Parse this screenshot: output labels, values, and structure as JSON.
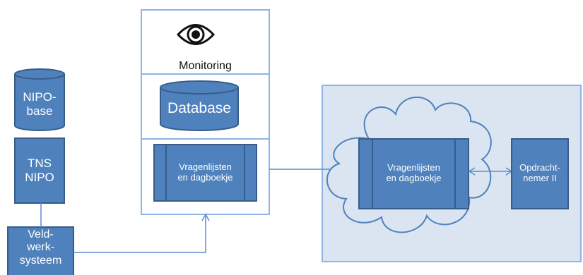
{
  "nodes": {
    "nipo_base": "NIPO-\nbase",
    "tns_nipo": "TNS\nNIPO",
    "veldwerk": "Veld-\nwerk-\nsysteem",
    "monitoring": "Monitoring",
    "database": "Database",
    "vragenlijsten_left": "Vragenlijsten\nen dagboekje",
    "vragenlijsten_cloud": "Vragenlijsten\nen dagboekje",
    "opdrachtnemer": "Opdracht-\nnemer II"
  },
  "icons": {
    "monitoring": "eye-icon",
    "database": "cylinder",
    "nipo_base": "cylinder",
    "cloud": "cloud"
  },
  "colors": {
    "shape_fill": "#4f81bd",
    "shape_stroke": "#385d8a",
    "panel_stroke": "#8eb4e3",
    "outer_bg": "#dbe5f1",
    "connector": "#5b8bd0"
  }
}
